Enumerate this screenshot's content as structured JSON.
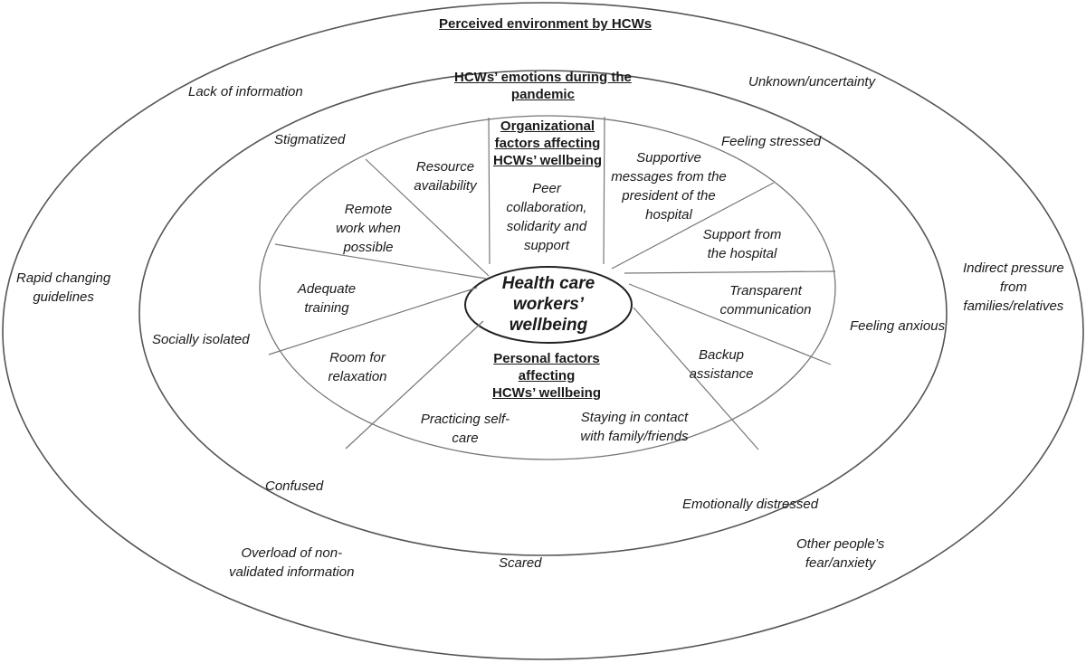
{
  "outer_ring": {
    "title": "Perceived environment by HCWs",
    "items": {
      "lack_of_information": "Lack of information",
      "unknown_uncertainty": "Unknown/uncertainty",
      "rapid_changing_guidelines": "Rapid changing\nguidelines",
      "indirect_pressure": "Indirect pressure\nfrom\nfamilies/relatives",
      "overload_information": "Overload of non-\nvalidated information",
      "other_fear": "Other people’s\nfear/anxiety"
    }
  },
  "middle_ring": {
    "title": "HCWs’ emotions during the\npandemic",
    "items": {
      "stigmatized": "Stigmatized",
      "feeling_stressed": "Feeling stressed",
      "socially_isolated": "Socially isolated",
      "feeling_anxious": "Feeling anxious",
      "confused": "Confused",
      "emotionally_distressed": "Emotionally distressed",
      "scared": "Scared"
    }
  },
  "inner_ring": {
    "organizational_title": "Organizational\nfactors affecting\nHCWs’ wellbeing",
    "personal_title": "Personal factors affecting\nHCWs’ wellbeing",
    "items": {
      "resource_availability": "Resource\navailability",
      "peer_collaboration": "Peer\ncollaboration,\nsolidarity and\nsupport",
      "supportive_messages": "Supportive\nmessages from the\npresident of the\nhospital",
      "support_hospital": "Support from\nthe hospital",
      "transparent_communication": "Transparent\ncommunication",
      "backup_assistance": "Backup\nassistance",
      "remote_work": "Remote\nwork when\npossible",
      "adequate_training": "Adequate\ntraining",
      "room_relaxation": "Room for\nrelaxation",
      "self_care": "Practicing self-\ncare",
      "contact_family": "Staying in contact\nwith family/friends"
    }
  },
  "core": {
    "label": "Health care\nworkers’\nwellbeing"
  }
}
